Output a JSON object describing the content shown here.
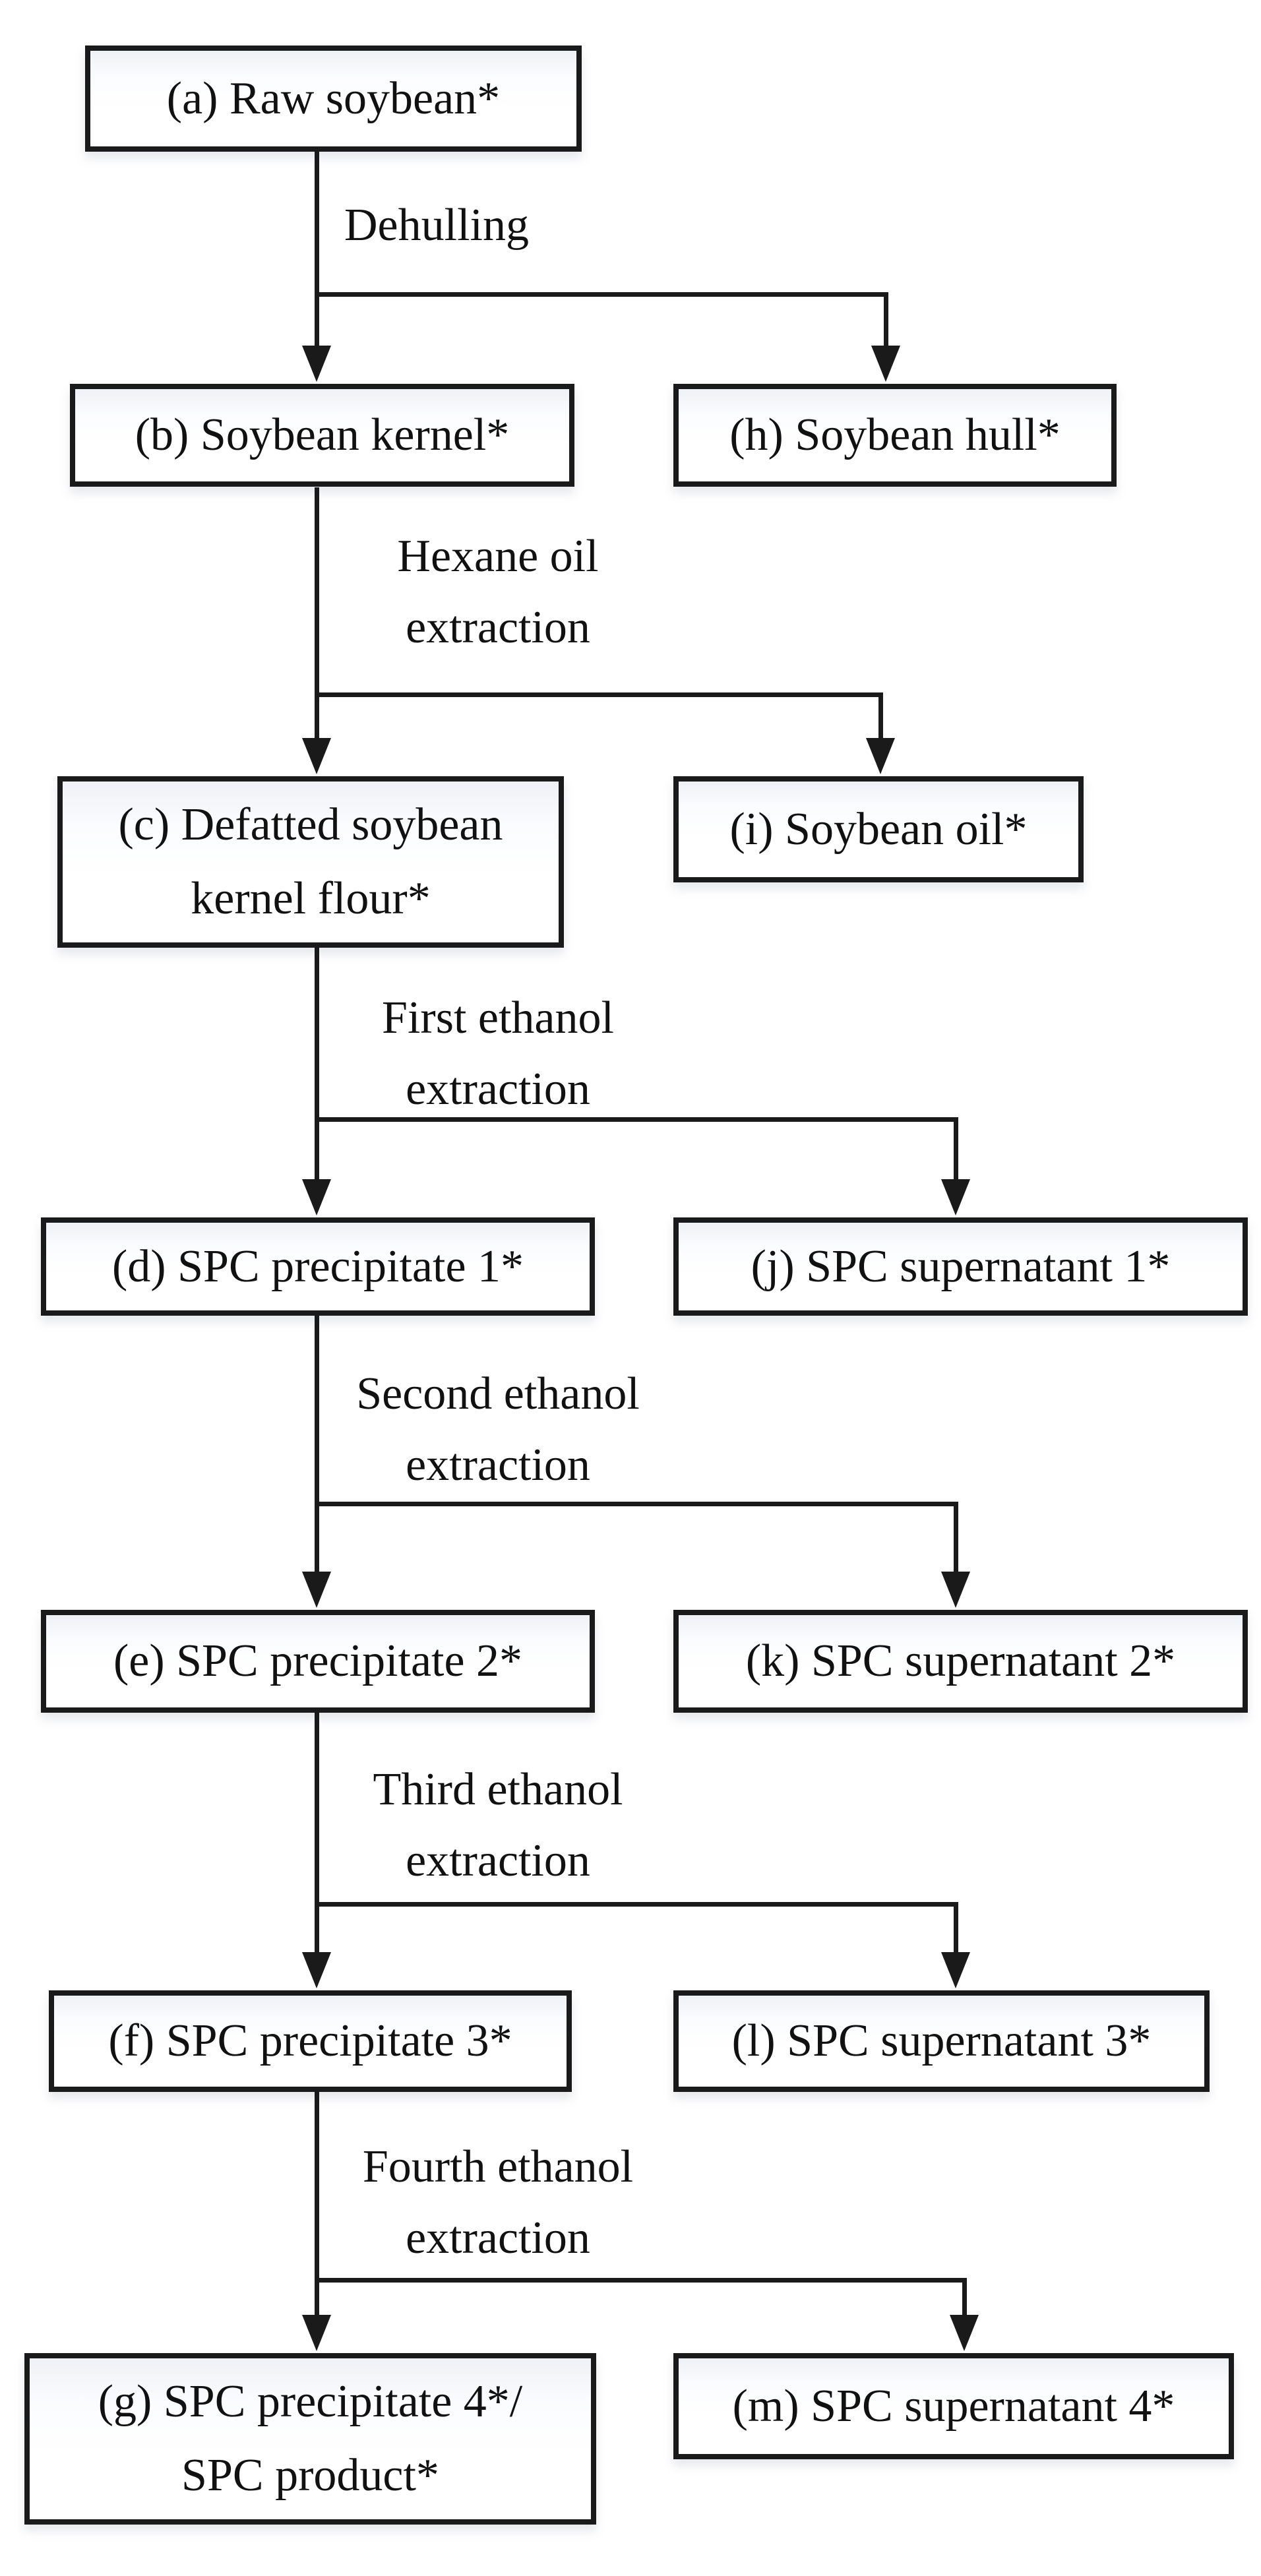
{
  "figure": {
    "type": "flowchart",
    "nodes": {
      "a": {
        "lines": [
          "(a) Raw soybean*"
        ]
      },
      "b": {
        "lines": [
          "(b) Soybean kernel*"
        ]
      },
      "h": {
        "lines": [
          "(h) Soybean hull*"
        ]
      },
      "c": {
        "lines": [
          "(c) Defatted soybean",
          "kernel flour*"
        ]
      },
      "i": {
        "lines": [
          "(i) Soybean oil*"
        ]
      },
      "d": {
        "lines": [
          "(d) SPC precipitate 1*"
        ]
      },
      "j": {
        "lines": [
          "(j) SPC supernatant 1*"
        ]
      },
      "e": {
        "lines": [
          "(e) SPC precipitate 2*"
        ]
      },
      "k": {
        "lines": [
          "(k) SPC supernatant 2*"
        ]
      },
      "f": {
        "lines": [
          "(f) SPC precipitate 3*"
        ]
      },
      "l": {
        "lines": [
          "(l) SPC supernatant 3*"
        ]
      },
      "g": {
        "lines": [
          "(g) SPC precipitate 4*/",
          "SPC product*"
        ]
      },
      "m": {
        "lines": [
          "(m) SPC supernatant 4*"
        ]
      }
    },
    "process_labels": {
      "dehulling": {
        "lines": [
          "Dehulling"
        ]
      },
      "hexane": {
        "lines": [
          "Hexane oil",
          "extraction"
        ]
      },
      "first": {
        "lines": [
          "First ethanol",
          "extraction"
        ]
      },
      "second": {
        "lines": [
          "Second ethanol",
          "extraction"
        ]
      },
      "third": {
        "lines": [
          "Third ethanol",
          "extraction"
        ]
      },
      "fourth": {
        "lines": [
          "Fourth ethanol",
          "extraction"
        ]
      }
    },
    "colors": {
      "line": "#1a1a1a",
      "text": "#111111",
      "box_fill": "#ffffff",
      "background": "#ffffff"
    }
  }
}
